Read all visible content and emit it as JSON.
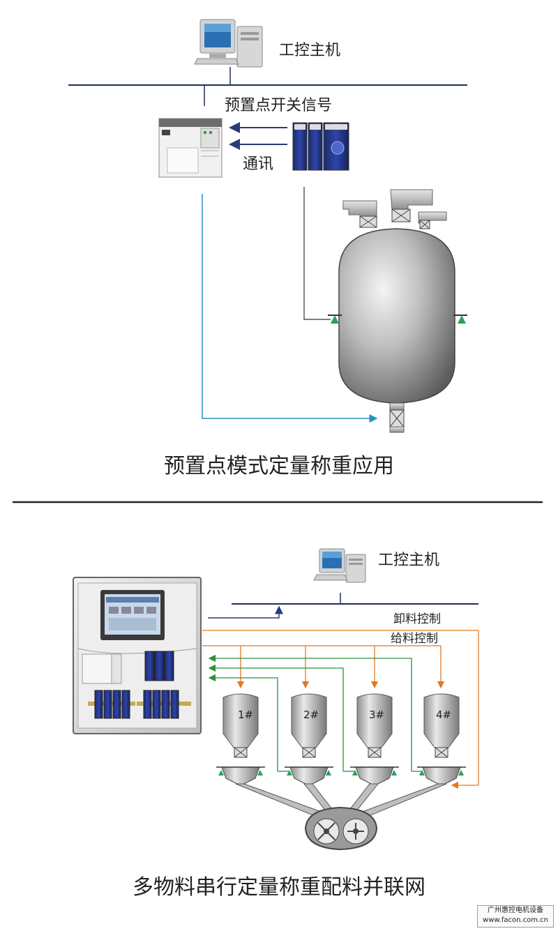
{
  "top_diagram": {
    "host_label": "工控主机",
    "preset_signal_label": "预置点开关信号",
    "comm_label": "通讯",
    "caption": "预置点模式定量称重应用"
  },
  "bottom_diagram": {
    "host_label": "工控主机",
    "discharge_control_label": "卸料控制",
    "feed_control_label": "给料控制",
    "hoppers": [
      "1#",
      "2#",
      "3#",
      "4#"
    ],
    "caption": "多物料串行定量称重配料并联网"
  },
  "watermark": {
    "company": "广州惠控电机设备",
    "url": "www.facon.com.cn"
  },
  "colors": {
    "network_line": "#1f2f5a",
    "comm_arrow": "#2a3a7a",
    "signal_line": "#2a8fbf",
    "feed_line": "#e07a22",
    "discharge_line": "#2c8f3a",
    "load_cell": "#2aa05a",
    "vessel_body": "#9a9a9a",
    "divider": "#222222"
  }
}
